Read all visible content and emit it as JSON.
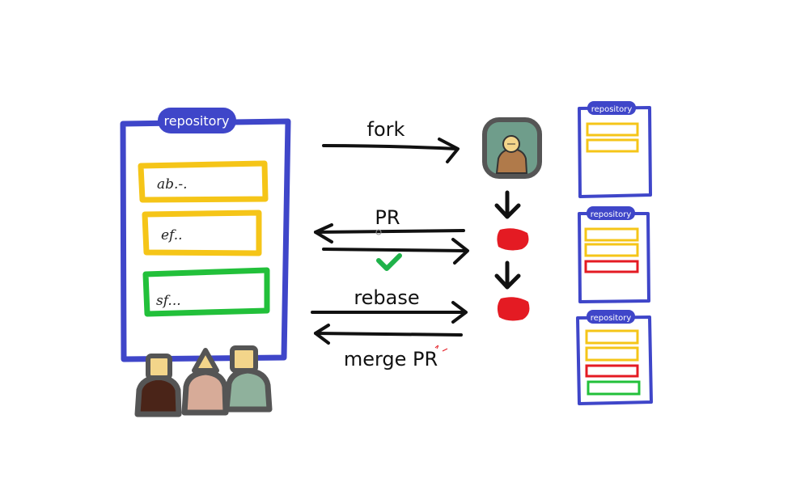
{
  "main_repo": {
    "title": "repository",
    "entries": [
      "ab.-.",
      "ef..",
      "sf..."
    ]
  },
  "arrows": {
    "fork": "fork",
    "pr": "PR",
    "rebase": "rebase",
    "merge_pr": "merge PR"
  },
  "mini_repos": [
    {
      "title": "repository"
    },
    {
      "title": "repository"
    },
    {
      "title": "repository"
    }
  ],
  "colors": {
    "repo_border": "#3f46c9",
    "commit_yellow": "#f5c518",
    "commit_green": "#22c03a",
    "commit_red": "#e41b23",
    "check_green": "#1fb24a",
    "person_outline": "#555555",
    "fork_user_bg": "#6f9d8b",
    "fork_user_body": "#b07a4a"
  },
  "icons": [
    "fork-user-avatar-icon",
    "check-icon",
    "down-arrow-icon",
    "team-people-icon"
  ]
}
